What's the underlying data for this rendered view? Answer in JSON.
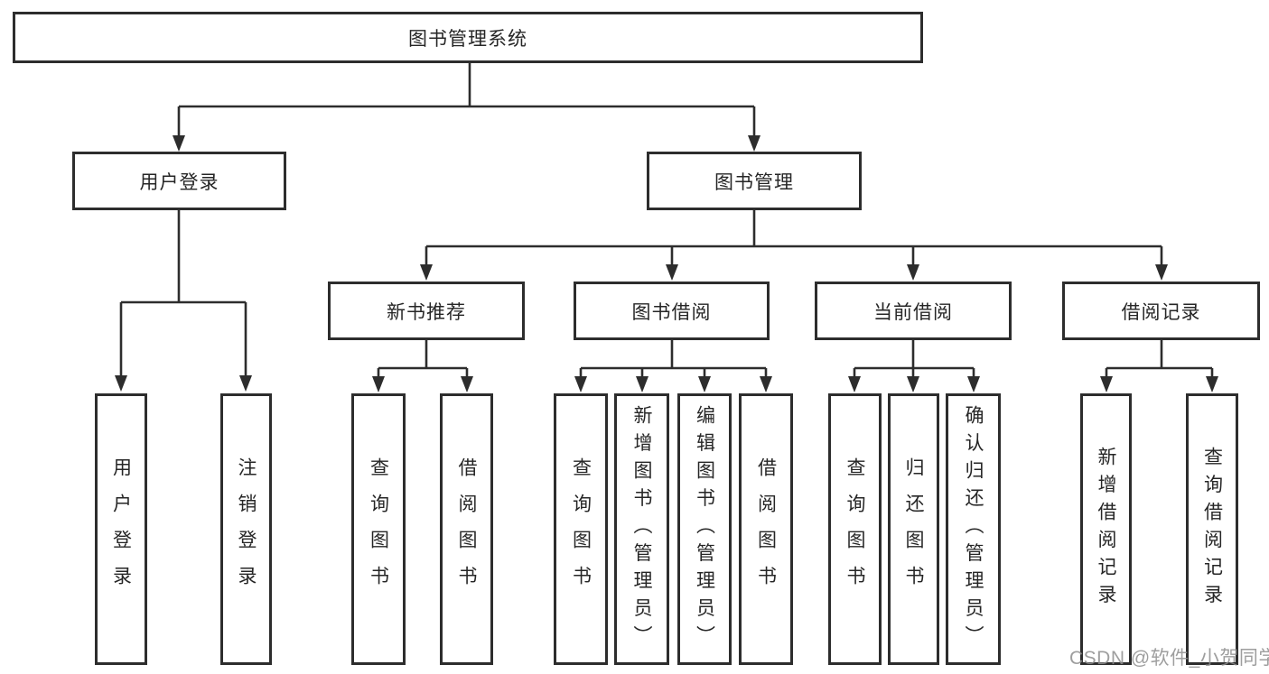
{
  "colors": {
    "line_color": "#2d2d2d",
    "border_color": "#2d2d2d",
    "text_color": "#262626",
    "watermark_color": "#8e8e8e",
    "background": "#ffffff"
  },
  "tree": {
    "root_label": "图书管理系统",
    "branches": [
      {
        "label": "用户登录",
        "children": [
          {
            "label": "用户登录"
          },
          {
            "label": "注销登录"
          }
        ]
      },
      {
        "label": "图书管理",
        "children": [
          {
            "label": "新书推荐",
            "children": [
              {
                "label": "查询图书"
              },
              {
                "label": "借阅图书"
              }
            ]
          },
          {
            "label": "图书借阅",
            "children": [
              {
                "label": "查询图书"
              },
              {
                "label": "新增图书（管理员）"
              },
              {
                "label": "编辑图书（管理员）"
              },
              {
                "label": "借阅图书"
              }
            ]
          },
          {
            "label": "当前借阅",
            "children": [
              {
                "label": "查询图书"
              },
              {
                "label": "归还图书"
              },
              {
                "label": "确认归还（管理员）"
              }
            ]
          },
          {
            "label": "借阅记录",
            "children": [
              {
                "label": "新增借阅记录"
              },
              {
                "label": "查询借阅记录"
              }
            ]
          }
        ]
      }
    ]
  },
  "watermark": {
    "text": "CSDN @软件_小贺同学"
  }
}
